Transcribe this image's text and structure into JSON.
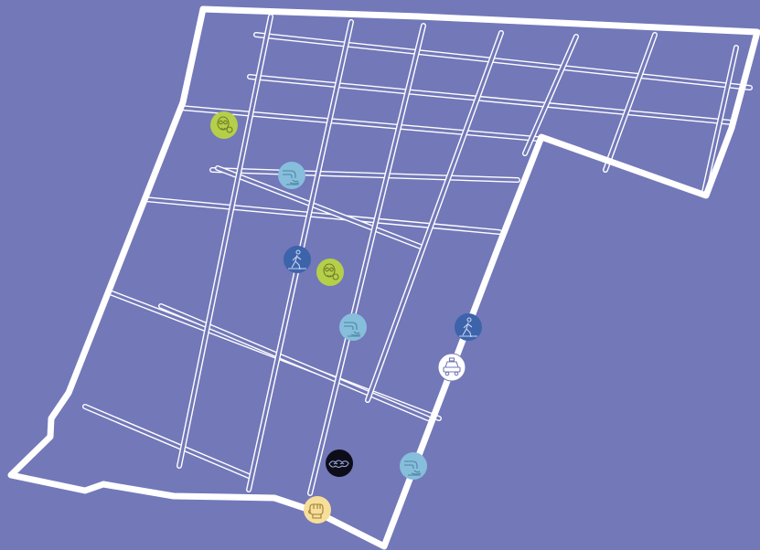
{
  "map": {
    "background_color": "#7278b8",
    "street_color": "#ffffff",
    "markers": [
      {
        "id": "m1",
        "category": "gas-mask",
        "icon": "gas-mask-icon",
        "color": "#b5cf49"
      },
      {
        "id": "m2",
        "category": "sewage-pipe",
        "icon": "drain-pipe-icon",
        "color": "#86bedb"
      },
      {
        "id": "m3",
        "category": "pedestrian",
        "icon": "pedestrian-icon",
        "color": "#3d63ab"
      },
      {
        "id": "m4",
        "category": "gas-mask",
        "icon": "gas-mask-icon",
        "color": "#b5cf49"
      },
      {
        "id": "m5",
        "category": "sewage-pipe",
        "icon": "drain-pipe-icon",
        "color": "#86bedb"
      },
      {
        "id": "m6",
        "category": "pedestrian",
        "icon": "pedestrian-icon",
        "color": "#3d63ab"
      },
      {
        "id": "m7",
        "category": "taxi",
        "icon": "taxi-icon",
        "color": "#ffffff"
      },
      {
        "id": "m8",
        "category": "pothole",
        "icon": "pothole-icon",
        "color": "#0d0d1a"
      },
      {
        "id": "m9",
        "category": "sewage-pipe",
        "icon": "drain-pipe-icon",
        "color": "#86bedb"
      },
      {
        "id": "m10",
        "category": "fist",
        "icon": "fist-icon",
        "color": "#f7df9a"
      }
    ]
  }
}
